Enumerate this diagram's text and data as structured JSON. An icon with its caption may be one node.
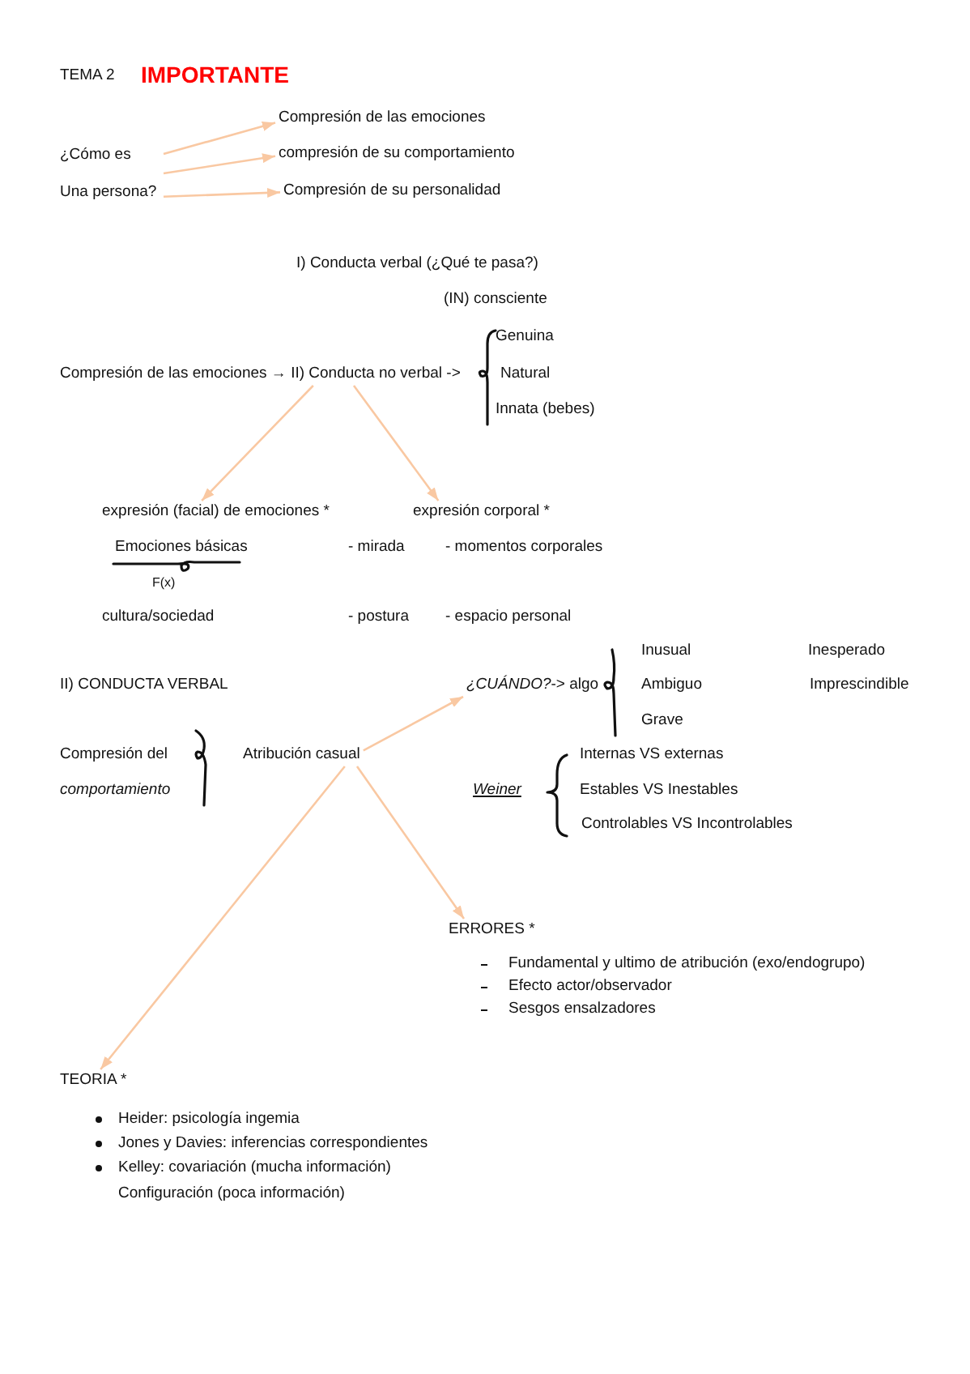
{
  "diagram": {
    "title": "TEMA 2",
    "nodes": [
      {
        "text": [
          "¿Cómo es Una persona?"
        ]
      },
      {
        "text": [
          "Compresión de las emociones"
        ]
      },
      {
        "text": [
          "compresión de su comportamiento"
        ]
      },
      {
        "text": [
          "Compresión de su personalidad"
        ]
      },
      {
        "text": [
          "Compresión de las emociones → II) Conducta no verbal ->"
        ]
      },
      {
        "text": [
          "expresión (facial) de emociones *"
        ]
      },
      {
        "text": [
          "expresión corporal *"
        ]
      },
      {
        "text": [
          "Atribución casual"
        ]
      },
      {
        "text": [
          "*¿CUÁNDO?*-> algo"
        ]
      },
      {
        "text": [
          "ERRORES *"
        ]
      },
      {
        "text": [
          "TEORIA *"
        ]
      }
    ],
    "edges": [
      {
        "from": 0,
        "to": 1,
        "arrow": "to"
      },
      {
        "from": 0,
        "to": 2,
        "arrow": "to"
      },
      {
        "from": 0,
        "to": 3,
        "arrow": "to"
      },
      {
        "from": 4,
        "to": 5,
        "arrow": "to"
      },
      {
        "from": 4,
        "to": 6,
        "arrow": "to"
      },
      {
        "from": 7,
        "to": 8,
        "arrow": "to"
      },
      {
        "from": 7,
        "to": 9,
        "arrow": "to"
      },
      {
        "from": 7,
        "to": 10,
        "arrow": "to"
      }
    ],
    "labels": [
      "IMPORTANTE",
      "I) Conducta verbal (¿Qué te pasa?)",
      "(IN) consciente",
      "Genuina",
      "Natural",
      "Innata (bebes)",
      "Emociones básicas",
      "- mirada",
      "- momentos corporales",
      "F(x)",
      "cultura/sociedad",
      "- postura",
      "- espacio personal",
      "II) CONDUCTA VERBAL",
      "Inusual",
      "Inesperado",
      "Ambiguo",
      "Imprescindible",
      "Grave",
      "Compresión del *comportamiento*",
      "Internas VS externas",
      "Weiner",
      "Estables VS Inestables",
      "Controlables VS Incontrolables",
      "Fundamental y ultimo de atribución (exo/endogrupo)",
      "Efecto actor/observador",
      "Sesgos ensalzadores",
      "Heider: psicología ingemia",
      "Jones y Davies: inferencias correspondientes",
      "Kelley: covariación (mucha información)",
      "Configuración (poca información)"
    ]
  }
}
